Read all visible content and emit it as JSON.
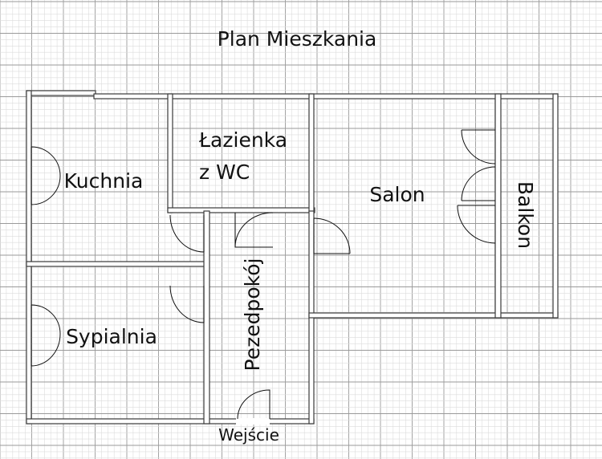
{
  "title": "Plan Mieszkania",
  "rooms": {
    "kuchnia": "Kuchnia",
    "lazienka_line1": "Łazienka",
    "lazienka_line2": "z WC",
    "salon": "Salon",
    "balkon": "Balkon",
    "sypialnia": "Sypialnia",
    "przedpokoj": "Pezedpokój"
  },
  "entrance": "Wejście",
  "colors": {
    "background": "#ffffff",
    "grid_minor": "#dcdcdc",
    "grid_major": "#9a9a9a",
    "wall": "#3a3a3a",
    "text": "#111111",
    "entrance": "#e02020"
  }
}
